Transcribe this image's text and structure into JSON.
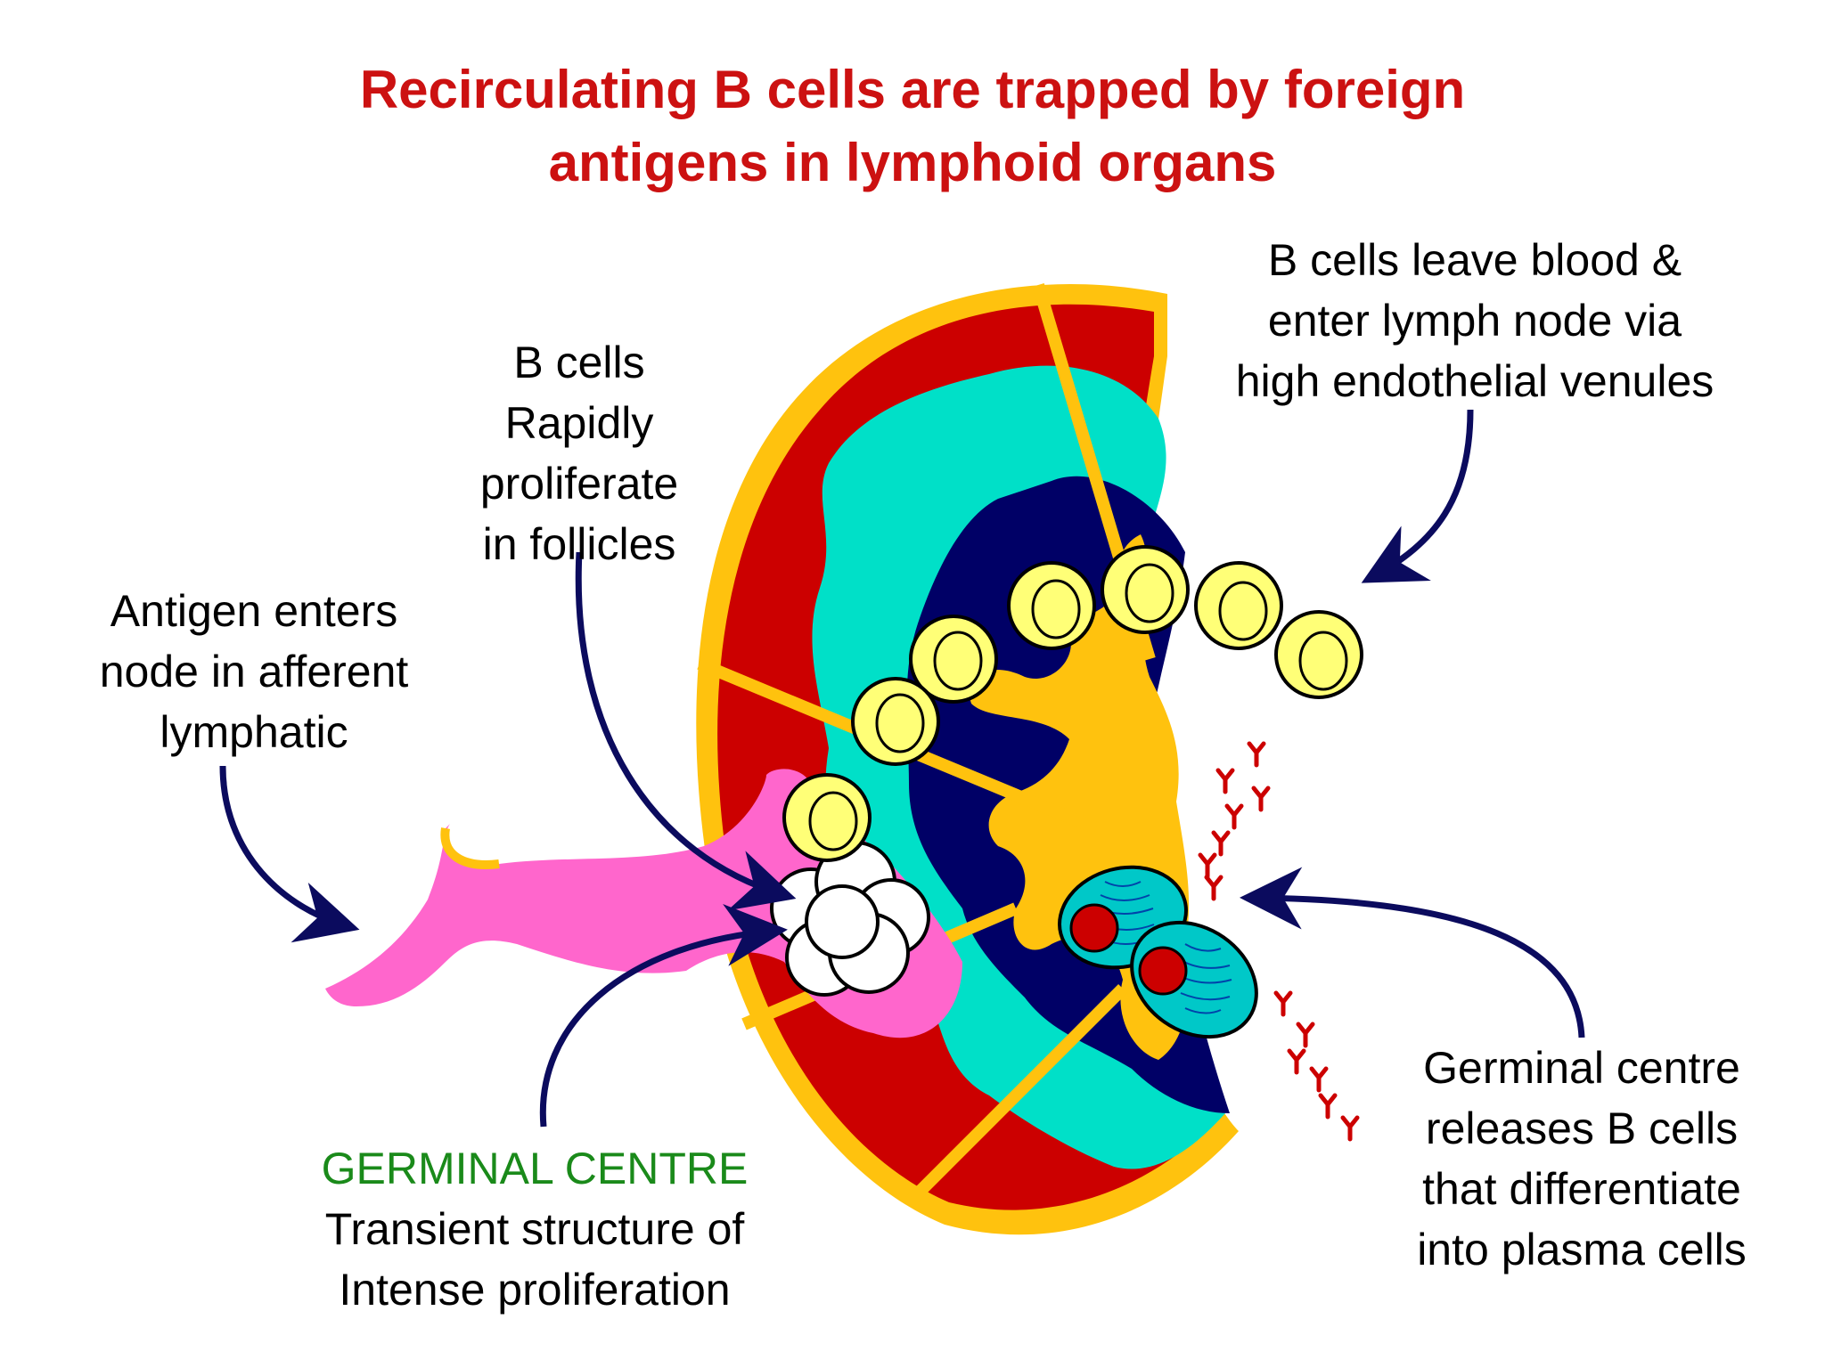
{
  "title": {
    "line1": "Recirculating B cells are trapped by foreign",
    "line2": "antigens in lymphoid organs"
  },
  "labels": {
    "hev": [
      "B cells leave blood &",
      "enter lymph node via",
      "high endothelial venules"
    ],
    "proliferate": [
      "B cells",
      "Rapidly",
      "proliferate",
      "in follicles"
    ],
    "antigen": [
      "Antigen enters",
      "node in afferent",
      "lymphatic"
    ],
    "germinal_heading": "GERMINAL CENTRE",
    "germinal_desc": [
      "Transient structure of",
      "Intense proliferation"
    ],
    "release": [
      "Germinal centre",
      "releases B cells",
      "that differentiate",
      "into plasma cells"
    ]
  },
  "colors": {
    "title": "#cc1111",
    "capsule": "#ffc20e",
    "cortex": "#cc0000",
    "follicle": "#00e0c8",
    "medulla": "#000066",
    "lymphatic": "#ff66cc",
    "b_cell": "#ffff77",
    "arrow": "#0b0b5e",
    "antibody": "#cc0000",
    "germinal_heading": "#1a8a1a"
  }
}
